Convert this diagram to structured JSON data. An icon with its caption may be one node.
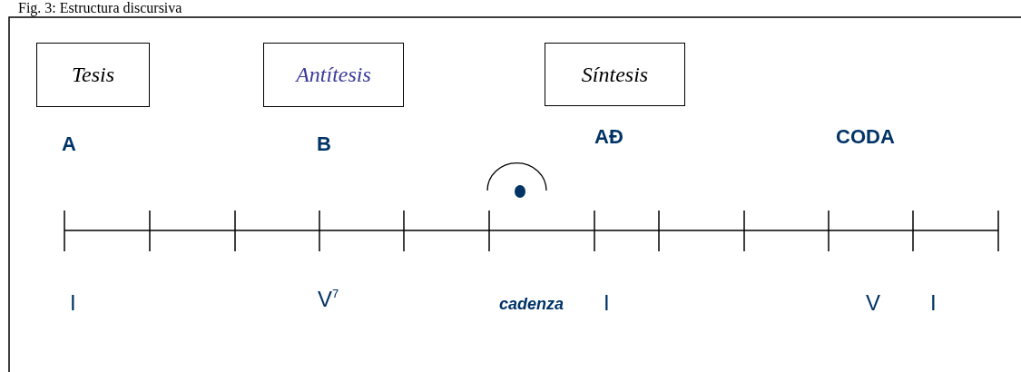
{
  "diagram": {
    "title": "Fig. 3: Estructura discursiva",
    "nodes": [
      {
        "text": [
          "Tesis"
        ]
      },
      {
        "text": [
          "Antítesis"
        ]
      },
      {
        "text": [
          "Síntesis"
        ]
      }
    ],
    "labels": [
      "A",
      "B",
      "AĐ",
      "CODA",
      "I",
      "V$^{7}$",
      "cadenza",
      "I",
      "V",
      "I"
    ]
  }
}
